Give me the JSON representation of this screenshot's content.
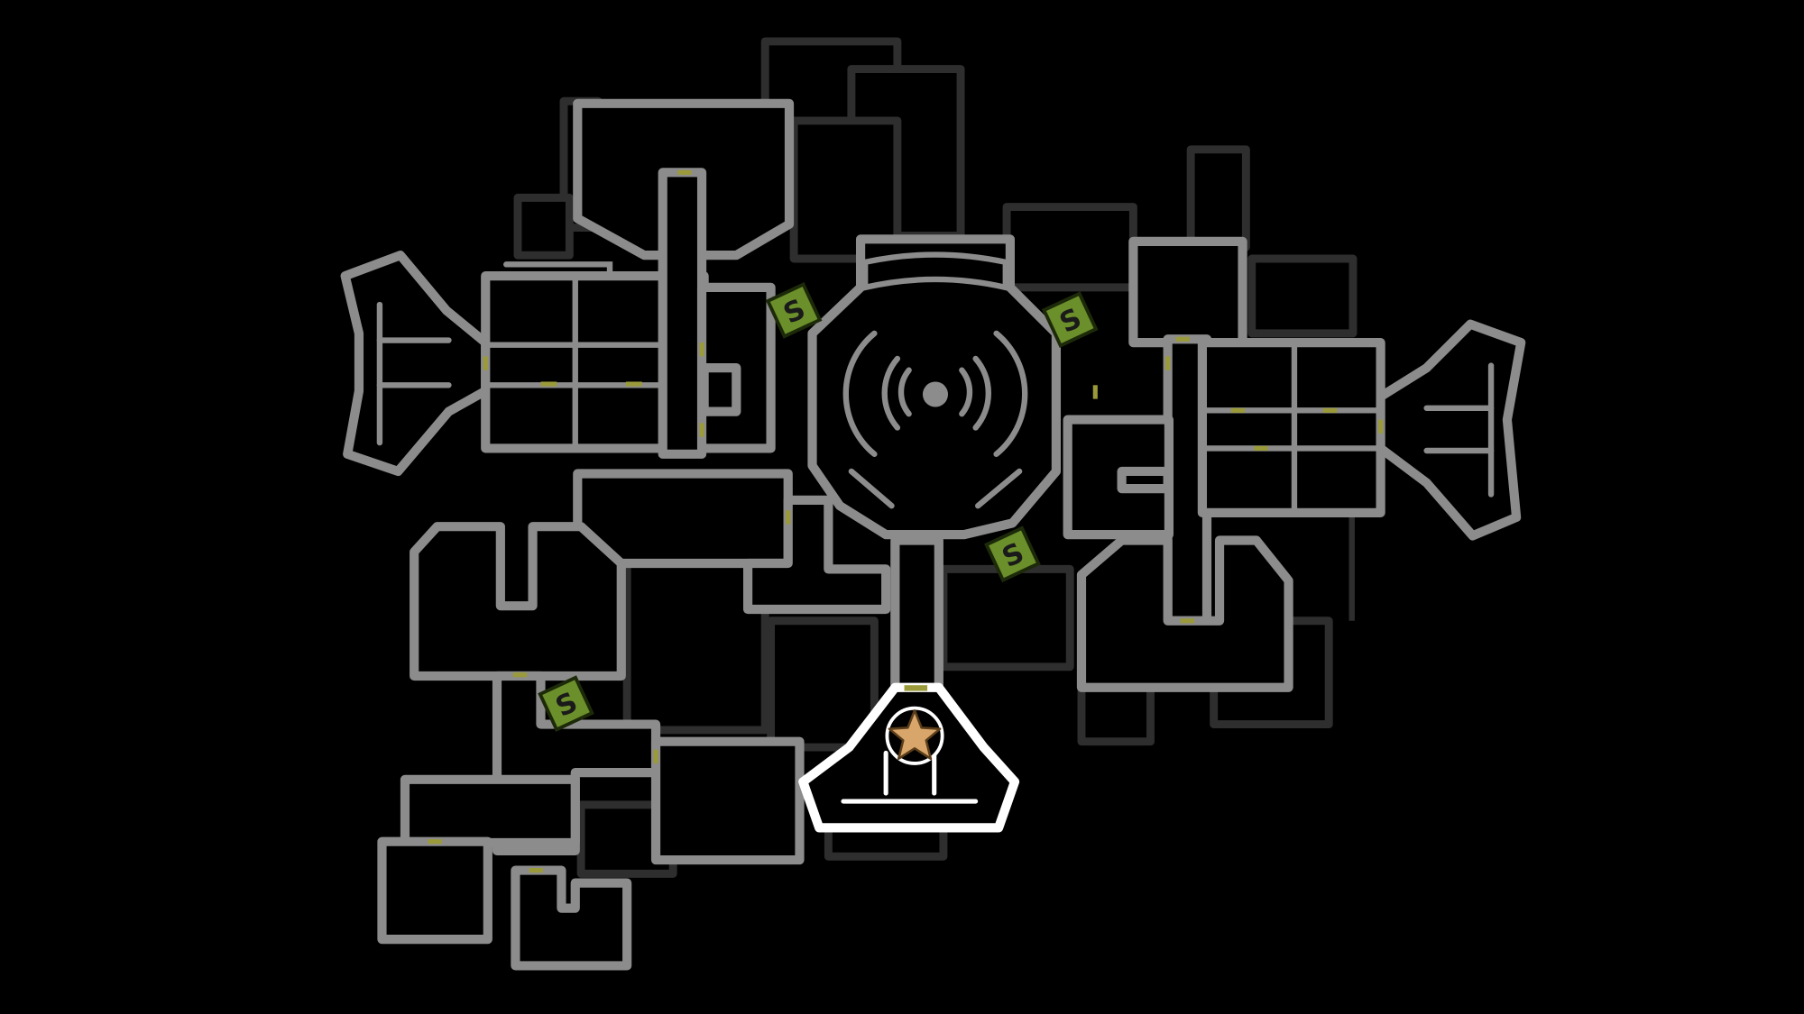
{
  "map": {
    "background_color": "#000000",
    "wall_color": "#8c8c8c",
    "dark_wall_color": "#2e2e2e",
    "highlight_color": "#ffffff",
    "door_color": "#9a9a3a",
    "stash_color": "#6b8f2a",
    "player_marker_color": "#d8a56a"
  },
  "markers": {
    "stash": [
      {
        "label": "S",
        "icon": "stash-icon"
      },
      {
        "label": "S",
        "icon": "stash-icon"
      },
      {
        "label": "S",
        "icon": "stash-icon"
      },
      {
        "label": "S",
        "icon": "stash-icon"
      }
    ],
    "player": {
      "icon": "star-icon",
      "room": "spawn-room"
    }
  }
}
